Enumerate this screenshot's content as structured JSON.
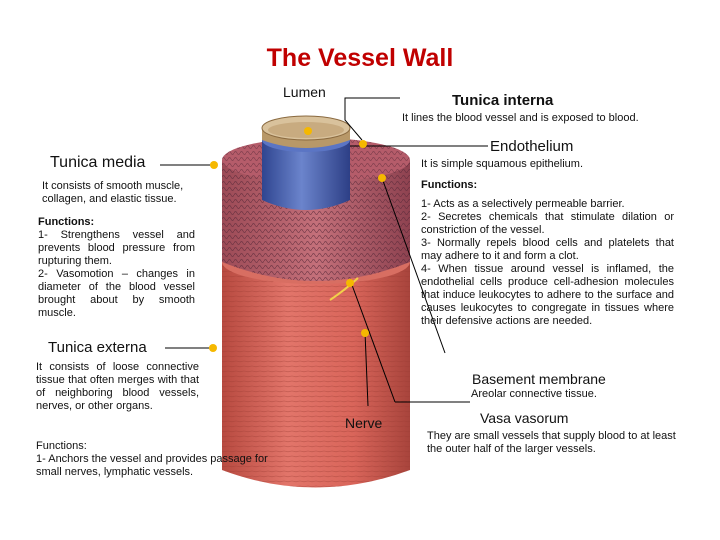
{
  "title": "The Vessel Wall",
  "labels": {
    "lumen": "Lumen",
    "tunica_interna": "Tunica interna",
    "tunica_interna_desc": "It lines the blood vessel and is exposed to blood.",
    "endothelium": "Endothelium",
    "endothelium_desc": "It is simple squamous epithelium.",
    "endothelium_functions_heading": "Functions:",
    "endothelium_functions": [
      "1- Acts as a selectively permeable barrier.",
      "2- Secretes chemicals that stimulate dilation or constriction of the vessel.",
      "3- Normally repels blood cells and platelets that may adhere to it and form a clot.",
      "4- When tissue around vessel is inflamed, the endothelial cells produce cell-adhesion molecules that induce leukocytes to adhere to the surface and causes leukocytes to congregate in tissues where their defensive actions are needed."
    ],
    "tunica_media": "Tunica media",
    "tunica_media_desc": "It consists of smooth muscle, collagen, and elastic tissue.",
    "tunica_media_functions_heading": "Functions:",
    "tunica_media_functions": [
      "1- Strengthens vessel and prevents blood pressure from rupturing them.",
      "2- Vasomotion – changes in diameter of the blood vessel brought about by smooth muscle."
    ],
    "tunica_externa": "Tunica externa",
    "tunica_externa_desc": "It consists of loose connective tissue that often merges with that of neighboring blood vessels, nerves, or other organs.",
    "tunica_externa_functions_heading": "Functions",
    "tunica_externa_functions": "1- Anchors the vessel and provides passage for small nerves, lymphatic vessels.",
    "basement_membrane": "Basement membrane",
    "basement_membrane_desc": "Areolar connective tissue.",
    "nerve": "Nerve",
    "vasa_vasorum": "Vasa vasorum",
    "vasa_vasorum_desc": "They are small vessels that supply blood to at least the outer half of the larger vessels."
  },
  "colors": {
    "title": "#c00000",
    "externa": "#d9655a",
    "media": "#b95a68",
    "interna": "#4a63b0",
    "lumen": "#c8ab80",
    "pointer": "#f5b800"
  }
}
